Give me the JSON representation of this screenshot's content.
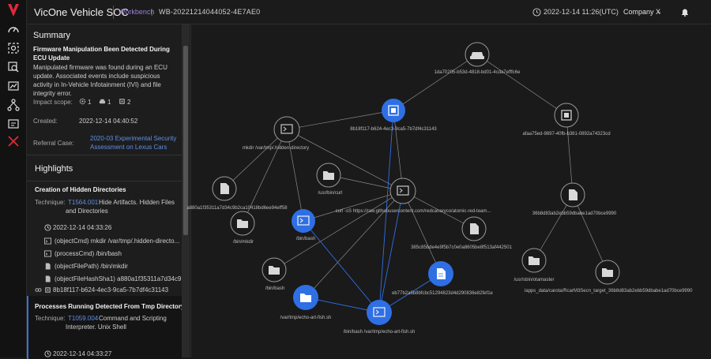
{
  "app": {
    "title": "VicOne Vehicle SOC",
    "breadcrumb": "Workbench",
    "breadcrumb_sep": "|",
    "workbench_id": "WB-20221214044052-4E7AE0",
    "datetime": "2022-12-14 11:26(UTC)",
    "company": "Company X",
    "chevron": "⌄"
  },
  "rail": {
    "icons": [
      "dashboard-icon",
      "target-icon",
      "search-icon",
      "report-icon",
      "network-icon",
      "vehicle-icon",
      "ticket-icon",
      "tools-icon"
    ]
  },
  "summary": {
    "heading": "Summary",
    "title": "Firmware Manipulation Been Detected During ECU Update",
    "desc": "Manipulated firmware was found during an ECU update. Associated events include suspicious activity in In-Vehicle Infotainment (IVI) and file integrity error.",
    "impact_label": "Impact scope:",
    "impact_counts": [
      "1",
      "1",
      "2"
    ],
    "created_label": "Created:",
    "created_value": "2022-12-14 04:40:52",
    "referral_label": "Referral Case:",
    "referral_value": "2020-03 Experimental Security Assessment on Lexus Cars"
  },
  "highlights": {
    "heading": "Highlights",
    "items": [
      {
        "title": "Creation of Hidden Directories",
        "technique_label": "Technique:",
        "technique_id": "T1564.001",
        "technique_name": "Hide Artifacts. Hidden Files and Directories",
        "time": "2022-12-14 04:33:26",
        "details": [
          "(objectCmd) mkdir /var/tmp/.hidden-directo...",
          "(processCmd) /bin/bash",
          "(objectFilePath) /bin/mkdir",
          "(objectFileHashSha1) a880a1f35311a7d34c9...",
          "8b18f117-b624-4ec3-9ca5-7b7df4c31143"
        ]
      },
      {
        "title": "Processes Running Detected From Tmp Directory",
        "technique_label": "Technique:",
        "technique_id": "T1059.004",
        "technique_name": "Command and Scripting Interpreter. Unix Shell",
        "time": "2022-12-14 04:33:27"
      }
    ]
  },
  "graph": {
    "nodes": {
      "car": "1da70205-b53d-4818-bd01-4cda7efffc6e",
      "ecu_main": "8b18f117-b624-4ec3-9ca5-7b7df4c31143",
      "ecu_right": "afaa75ed-9897-40fb-b381-0892a74323cd",
      "mkdir": "mkdir /var/tmp/.hidden-directory",
      "file_right": "36b8d83ab2ebb59dbabe1ad70bce9990",
      "hash_left": "a880a1f35311a7d34c9b2ca10418bd6ee94eff58",
      "usr_curl": "/usr/bin/curl",
      "curl_cmd": "curl -sS https://raw.githubusercontent.com/redcanaryco/atomic-red-team...",
      "bin_bash": "/bin/bash",
      "bin_mkdir": "/bin/mkdir",
      "hash_mid": "385c85bde4e9f5b7c0e0a8605be8f513af442501",
      "usr_sbin": "/usr/sbin/otamaster",
      "apps_data": "/apps_data/carota/RcarM3Secn_target_36b8d83ab2ebb59dbabe1ad70bce9990",
      "sbin_bash": "/bin/bash",
      "hash_blue": "eb77b2a6b8bfcbc51294823d4d290836e82fef1e",
      "echo_file": "/var/tmp/echo-art-fish.sh",
      "bash_echo": "/bin/bash /var/tmp/echo-art-fish.sh"
    }
  },
  "colors": {
    "accent_blue": "#2f6fe4",
    "link": "#5f8fe6",
    "brand_red": "#e02a3b",
    "breadcrumb": "#9b7fe0"
  }
}
